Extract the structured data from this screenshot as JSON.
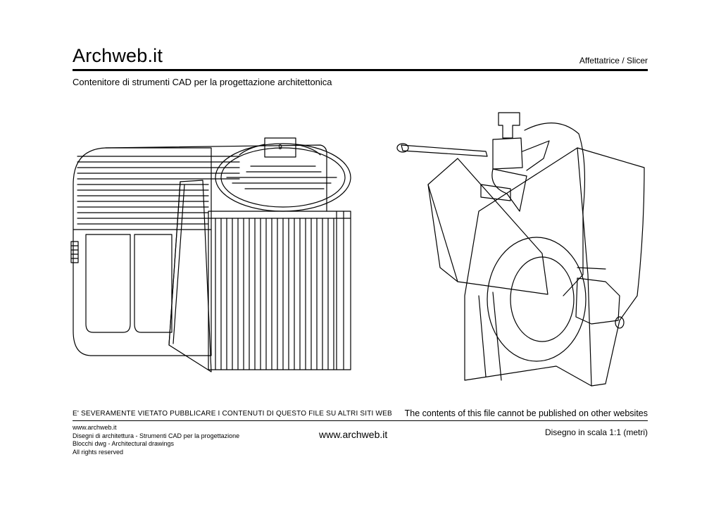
{
  "header": {
    "brand": "Archweb.it",
    "title": "Affettatrice  /  Slicer",
    "subtitle": "Contenitore di strumenti CAD per la progettazione architettonica"
  },
  "drawing": {
    "left_view_knob_label": "9"
  },
  "notice": {
    "italian": "E' SEVERAMENTE VIETATO PUBBLICARE I CONTENUTI DI QUESTO FILE SU ALTRI SITI WEB",
    "english": "The contents of this file cannot be published on other websites"
  },
  "footer": {
    "lines": [
      "www.archweb.it",
      "Disegni di architettura - Strumenti CAD  per la progettazione",
      "Blocchi dwg - Architectural drawings",
      "All rights reserved"
    ],
    "center_url": "www.archweb.it",
    "scale_text": "Disegno in scala 1:1 (metri)"
  }
}
